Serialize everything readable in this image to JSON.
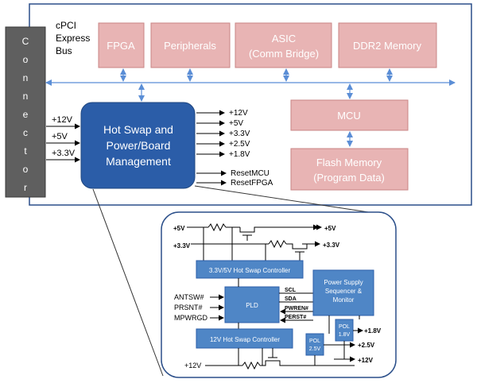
{
  "connector": {
    "label_letters": [
      "C",
      "o",
      "n",
      "n",
      "e",
      "c",
      "t",
      "o",
      "r"
    ]
  },
  "bus_label": {
    "line1": "cPCI",
    "line2": "Express",
    "line3": "Bus"
  },
  "blocks": {
    "fpga": "FPGA",
    "peripherals": "Peripherals",
    "asic_line1": "ASIC",
    "asic_line2": "(Comm Bridge)",
    "ddr2": "DDR2 Memory",
    "mcu": "MCU",
    "flash_line1": "Flash Memory",
    "flash_line2": "(Program Data)",
    "hotswap_line1": "Hot Swap and",
    "hotswap_line2": "Power/Board",
    "hotswap_line3": "Management"
  },
  "inputs": [
    "+12V",
    "+5V",
    "+3.3V"
  ],
  "outputs": [
    "+12V",
    "+5V",
    "+3.3V",
    "+2.5V",
    "+1.8V"
  ],
  "resets": [
    "ResetMCU",
    "ResetFPGA"
  ],
  "detail": {
    "rail_5v_left": "+5V",
    "rail_5v_right": "+5V",
    "rail_33v_left": "+3.3V",
    "rail_33v_right": "+3.3V",
    "hs_top": "3.3V/5V  Hot Swap Controller",
    "hs_bottom": "12V  Hot Swap Controller",
    "pld": "PLD",
    "sig_left": [
      "ANTSW#",
      "PRSNT#",
      "MPWRGD"
    ],
    "sig_right": [
      "SCL",
      "SDA",
      "PWREN#",
      "PERST#"
    ],
    "seq_line1": "Power Supply",
    "seq_line2": "Sequencer &",
    "seq_line3": "Monitor",
    "pol18_line1": "POL",
    "pol18_line2": "1.8V",
    "pol25_line1": "POL",
    "pol25_line2": "2.5V",
    "out_18": "+1.8V",
    "out_25": "+2.5V",
    "out_12": "+12V",
    "in_12": "+12V"
  },
  "colors": {
    "pink": "#e8b4b4",
    "navy": "#2b5da8",
    "steel": "#4f86c6",
    "connector": "#5f5f5f"
  }
}
